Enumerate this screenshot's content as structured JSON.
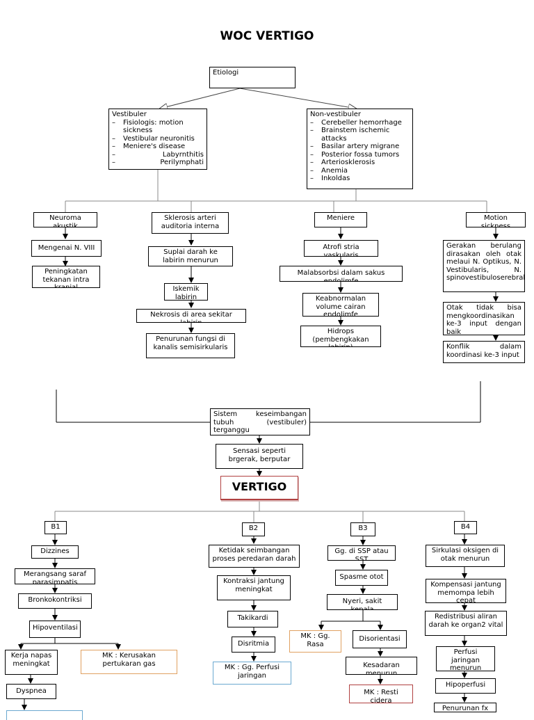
{
  "title": "WOC VERTIGO",
  "etiologi": "Etiologi",
  "vestibuler": {
    "heading": "Vestibuler",
    "items": [
      "Fisiologis: motion sickness",
      "Vestibular neuronitis",
      "Meniere's disease",
      "Labyrnthitis",
      "Perilymphati"
    ]
  },
  "non_vestibuler": {
    "heading": "Non-vestibuler",
    "items": [
      "Cerebeller hemorrhage",
      "Brainstem ischemic attacks",
      "Basilar artery migrane",
      "Posterior fossa tumors",
      "Arteriosklerosis",
      "Anemia",
      "Inkoldas"
    ]
  },
  "col1": [
    "Neuroma akustik",
    "Mengenai N. VIII",
    "Peningkatan tekanan intra kranial"
  ],
  "col2": [
    "Sklerosis arteri auditoria interna",
    "Suplai darah ke labirin menurun",
    "Iskemik labirin",
    "Nekrosis di area sekitar labirin",
    "Penurunan fungsi di kanalis semisirkularis"
  ],
  "col3": [
    "Meniere",
    "Atrofi stria vaskularis",
    "Malabsorbsi dalam sakus endolimfe",
    "Keabnormalan volume cairan endolimfe",
    "Hidrops (pembengkakan labirin)"
  ],
  "col4": [
    "Motion sickness",
    "Gerakan berulang dirasakan oleh otak melaui N. Optikus, N. Vestibularis, N. spinovestibuloserebralis",
    "Otak tidak bisa mengkoordinasikan ke-3 input dengan baik",
    "Konflik dalam koordinasi ke-3 input"
  ],
  "sistem": "Sistem keseimbangan tubuh (vestibuler) terganggu",
  "sensasi": "Sensasi seperti brgerak, berputar",
  "vertigo": "VERTIGO",
  "b_labels": [
    "B1",
    "B2",
    "B3",
    "B4"
  ],
  "b1": {
    "steps": [
      "Dizzines",
      "Merangsang saraf parasimpatis",
      "Bronkokontriksi",
      "Hipoventilasi"
    ],
    "left": [
      "Kerja napas meningkat",
      "Dyspnea"
    ],
    "mk": "MK : Kerusakan pertukaran gas"
  },
  "b2": {
    "steps": [
      "Ketidak seimbangan proses peredaran darah",
      "Kontraksi jantung meningkat",
      "Takikardi",
      "Disritmia"
    ],
    "mk": "MK : Gg. Perfusi jaringan"
  },
  "b3": {
    "steps": [
      "Gg. di SSP atau SST",
      "Spasme otot",
      "Nyeri, sakit kepala"
    ],
    "mk_left": "MK : Gg. Rasa",
    "right": [
      "Disorientasi",
      "Kesadaran menurun"
    ],
    "mk_right": "MK : Resti cidera"
  },
  "b4": {
    "steps": [
      "Sirkulasi oksigen di otak menurun",
      "Kompensasi jantung memompa lebih cepat",
      "Redistribusi aliran darah ke organ2 vital",
      "Perfusi jaringan menurun",
      "Hipoperfusi",
      "Penurunan fx"
    ]
  }
}
